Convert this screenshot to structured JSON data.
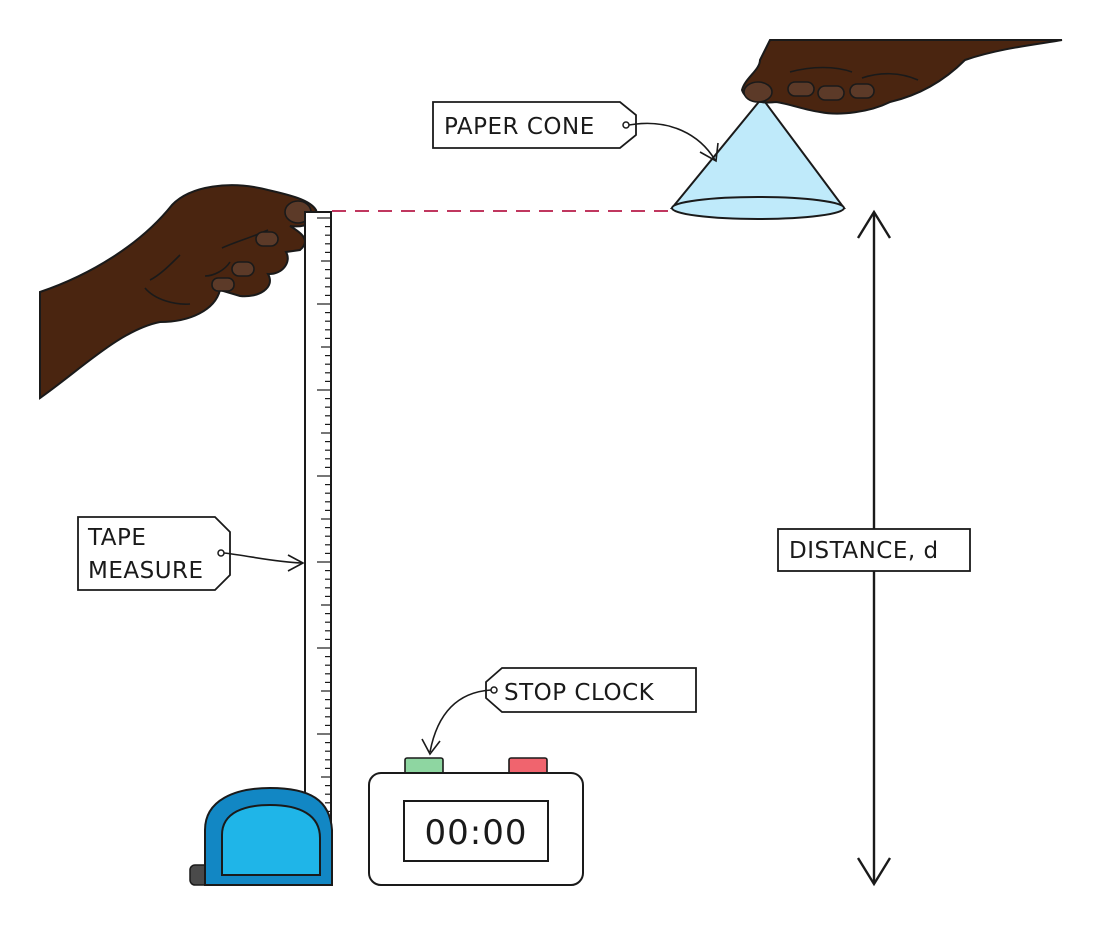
{
  "labels": {
    "paper_cone": "PAPER CONE",
    "tape_measure_line1": "TAPE",
    "tape_measure_line2": "MEASURE",
    "distance": "DISTANCE, d",
    "stop_clock": "STOP CLOCK"
  },
  "stop_clock": {
    "display": "00:00",
    "start_button_color": "#8ed6a1",
    "stop_button_color": "#f0646e"
  },
  "colors": {
    "skin": "#4a2510",
    "cone": "#bfeafa",
    "tape_case": "#1fb5e8",
    "tape_case_dark": "#1287c4",
    "dashed_line": "#c0375f",
    "outline": "#1a1a1a"
  }
}
